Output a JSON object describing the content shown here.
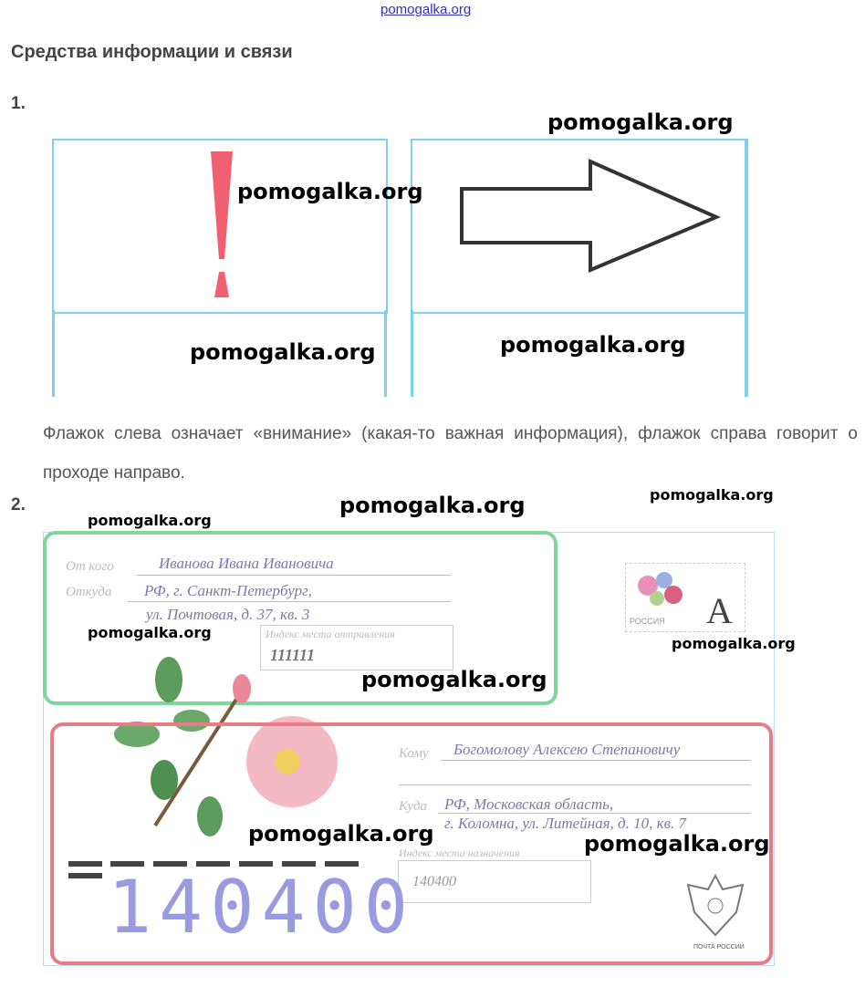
{
  "site_link": "pomogalka.org",
  "heading": "Средства информации и связи",
  "task1": {
    "number": "1.",
    "text": "Флажок слева означает «внимание» (какая-то важная информация), флажок справа говорит о проходе направо."
  },
  "task2": {
    "number": "2.",
    "sender": {
      "from_label": "От кого",
      "from_value": "Иванова Ивана Ивановича",
      "where_label": "Откуда",
      "where_line1": "РФ, г. Санкт-Петербург,",
      "where_line2": "ул. Почтовая, д. 37, кв. 3",
      "index_label": "Индекс места отправления",
      "index_value": "111111"
    },
    "stamp": {
      "country": "РОССИЯ",
      "letter": "А"
    },
    "recipient": {
      "to_label": "Кому",
      "to_value": "Богомолову Алексею Степановичу",
      "where_label": "Куда",
      "where_line1": "РФ, Московская область,",
      "where_line2": "г. Коломна, ул. Литейная, д. 10, кв. 7",
      "index_label": "Индекс места назначения",
      "index_value": "140400"
    },
    "big_index": "140400",
    "post_logo": "ПОЧТА РОССИИ"
  },
  "watermark": "pomogalka.org",
  "colors": {
    "flag_border": "#7fd0ee",
    "exclamation": "#f06070",
    "green_frame": "#7ed69a",
    "red_frame": "#e87c84",
    "link": "#3030c0"
  }
}
